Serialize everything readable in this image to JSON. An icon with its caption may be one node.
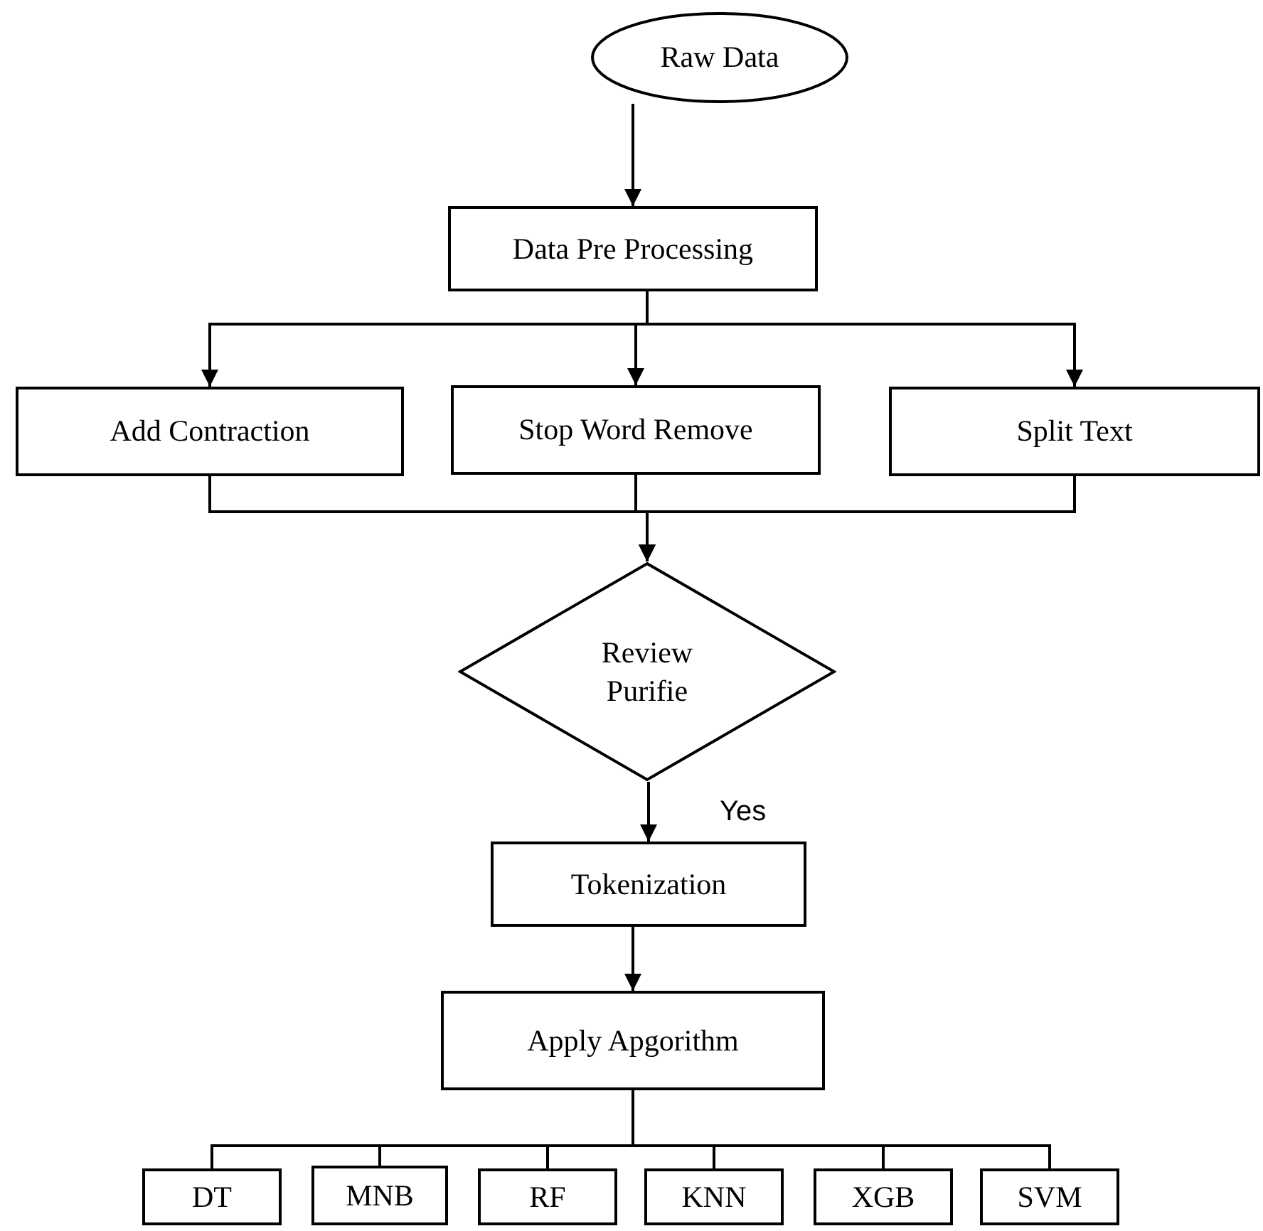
{
  "diagram": {
    "nodes": [
      {
        "text": [
          "Raw Data"
        ]
      },
      {
        "text": [
          "Data Pre Processing"
        ]
      },
      {
        "text": [
          "Add Contraction"
        ]
      },
      {
        "text": [
          "Stop Word Remove"
        ]
      },
      {
        "text": [
          "Split Text"
        ]
      },
      {
        "text": [
          "Review Purifie"
        ]
      },
      {
        "text": [
          "Tokenization"
        ]
      },
      {
        "text": [
          "Apply Apgorithm"
        ]
      },
      {
        "text": [
          "DT"
        ]
      },
      {
        "text": [
          "MNB"
        ]
      },
      {
        "text": [
          "RF"
        ]
      },
      {
        "text": [
          "KNN"
        ]
      },
      {
        "text": [
          "XGB"
        ]
      },
      {
        "text": [
          "SVM"
        ]
      }
    ],
    "edges": [
      {
        "from": 0,
        "to": 1,
        "arrow": "to"
      },
      {
        "from": 1,
        "to": 2,
        "arrow": "to"
      },
      {
        "from": 1,
        "to": 3,
        "arrow": "to"
      },
      {
        "from": 1,
        "to": 4,
        "arrow": "to"
      },
      {
        "from": 2,
        "to": 5,
        "arrow": "to"
      },
      {
        "from": 3,
        "to": 5,
        "arrow": "to"
      },
      {
        "from": 4,
        "to": 5,
        "arrow": "to"
      },
      {
        "from": 5,
        "to": 6,
        "arrow": "to",
        "label": "Yes"
      },
      {
        "from": 6,
        "to": 7,
        "arrow": "to"
      },
      {
        "from": 7,
        "to": 8,
        "arrow": "none"
      },
      {
        "from": 7,
        "to": 9,
        "arrow": "none"
      },
      {
        "from": 7,
        "to": 10,
        "arrow": "none"
      },
      {
        "from": 7,
        "to": 11,
        "arrow": "none"
      },
      {
        "from": 7,
        "to": 12,
        "arrow": "none"
      },
      {
        "from": 7,
        "to": 13,
        "arrow": "none"
      }
    ]
  }
}
